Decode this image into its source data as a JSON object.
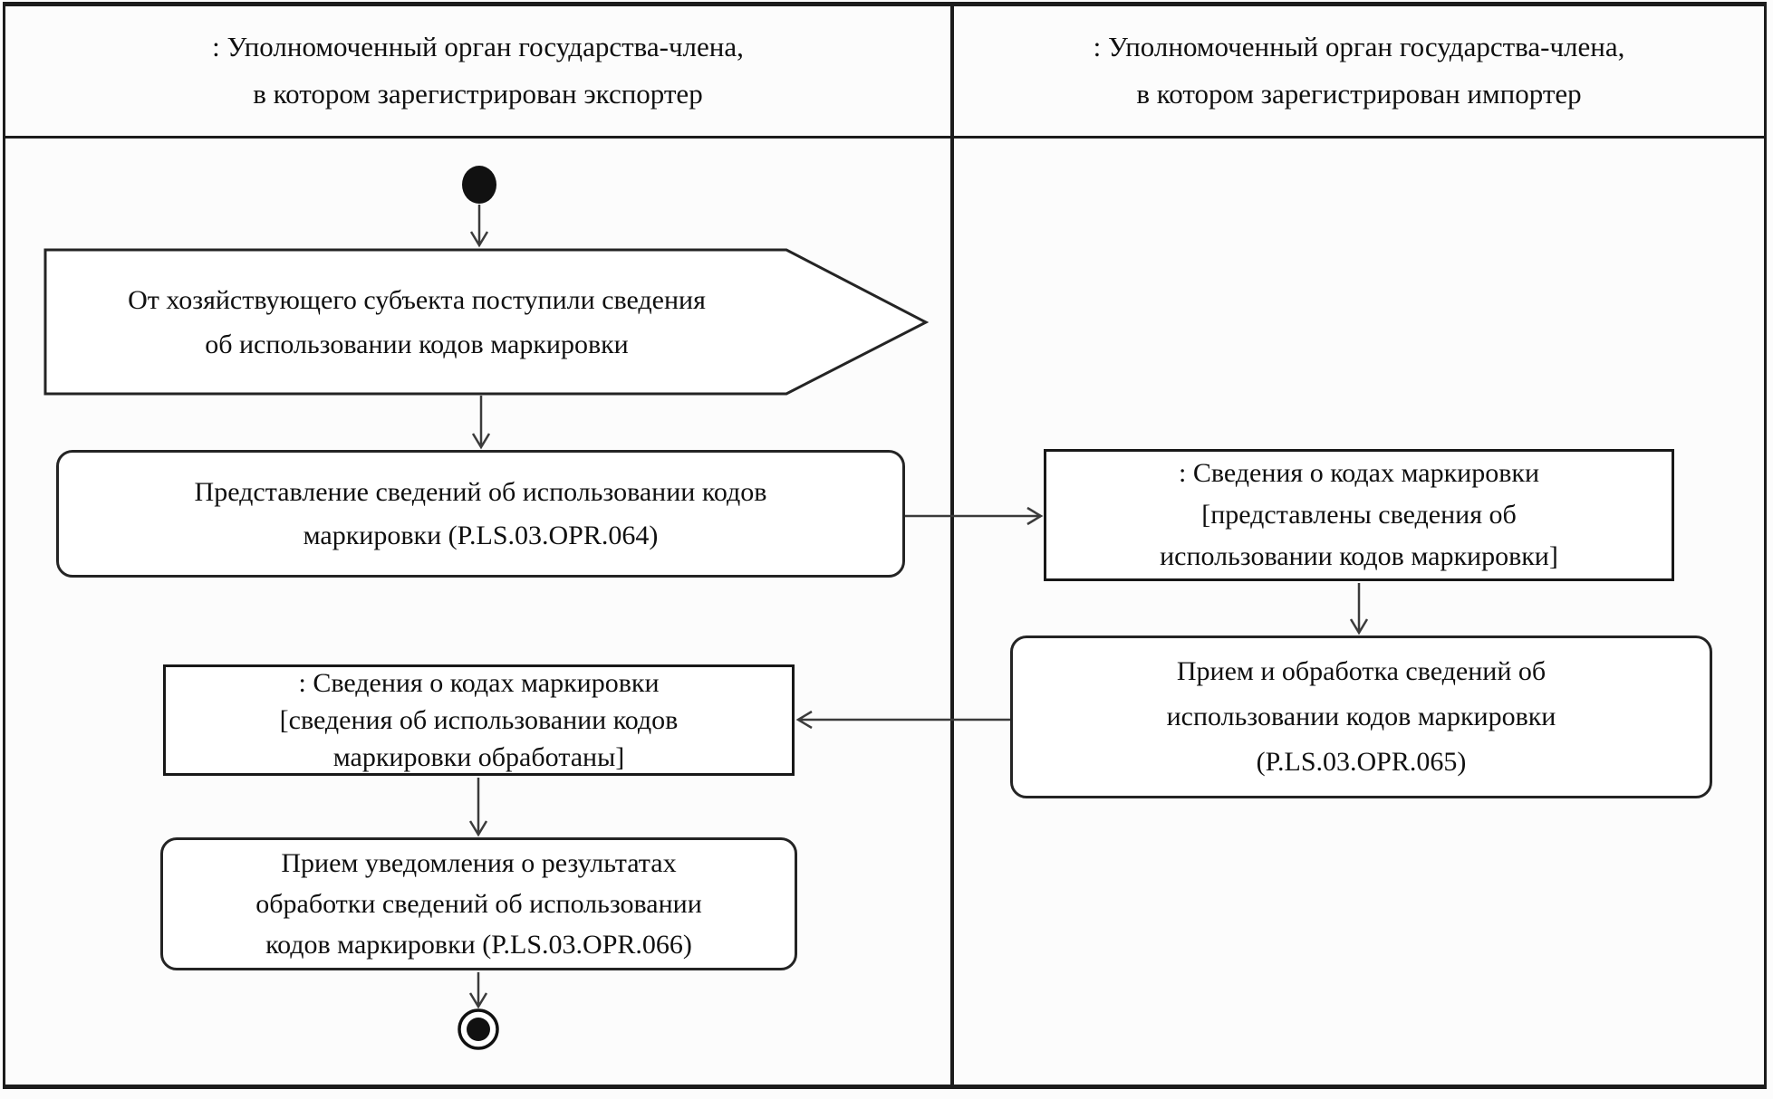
{
  "diagram_type": "uml-activity-swimlane",
  "lanes": [
    {
      "id": "exporter",
      "header": {
        "line1": ": Уполномоченный орган государства-члена,",
        "line2": "в котором зарегистрирован экспортер"
      }
    },
    {
      "id": "importer",
      "header": {
        "line1": ": Уполномоченный орган государства-члена,",
        "line2": "в котором зарегистрирован импортер"
      }
    }
  ],
  "nodes": {
    "signal": {
      "line1": "От хозяйствующего субъекта поступили сведения",
      "line2": "об использовании кодов маркировки"
    },
    "action064": {
      "line1": "Представление сведений об использовании кодов",
      "line2": "маркировки (P.LS.03.OPR.064)"
    },
    "objectReceived": {
      "line1": ": Сведения о кодах маркировки",
      "line2": "[представлены сведения об",
      "line3": "использовании кодов маркировки]"
    },
    "action065": {
      "line1": "Прием и обработка сведений об",
      "line2": "использовании кодов маркировки",
      "line3": "(P.LS.03.OPR.065)"
    },
    "objectProcessed": {
      "line1": ": Сведения о кодах маркировки",
      "line2": "[сведения об использовании кодов",
      "line3": "маркировки обработаны]"
    },
    "action066": {
      "line1": "Прием уведомления о результатах",
      "line2": "обработки сведений об использовании",
      "line3": "кодов маркировки (P.LS.03.OPR.066)"
    }
  },
  "colors": {
    "line": "#1c1c1c",
    "shape_border": "#242424",
    "text": "#101010",
    "background": "#fcfcfc",
    "shape_fill": "#ffffff",
    "arrow": "#3b3b3b"
  }
}
